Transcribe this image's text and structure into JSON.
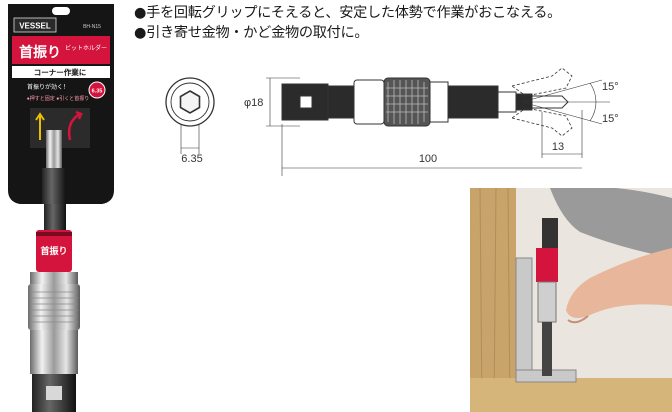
{
  "bullets": [
    "●手を回転グリップにそえると、安定した体勢で作業がおこなえる。",
    "●引き寄せ金物・かど金物の取付に。"
  ],
  "package": {
    "brand": "VESSEL",
    "title": "首振り",
    "subtitle": "ビットホルダー",
    "model": "BH-N15",
    "band": "コーナー作業に",
    "features_1": "首振りが効く！",
    "features_2": "●押すと固定 ●引くと首振り",
    "size_badge": "6.35",
    "collar_label": "首振り"
  },
  "diagram": {
    "diameter": "φ18",
    "hex_size": "6.35",
    "length": "100",
    "tip_length": "13",
    "angle_upper": "15°",
    "angle_lower": "15°"
  },
  "colors": {
    "package_red": "#d4143c",
    "package_black": "#151515",
    "wood": "#c8a46a",
    "line": "#333333"
  }
}
